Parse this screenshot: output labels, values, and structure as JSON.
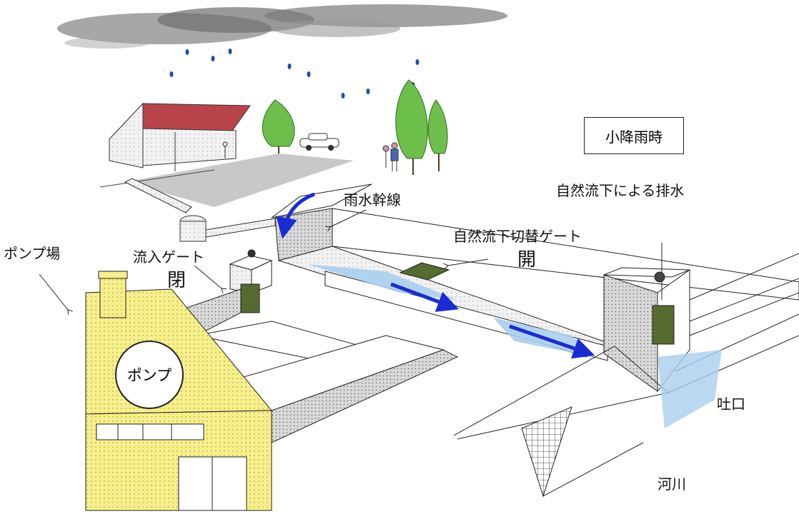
{
  "labels": {
    "mode": "小降雨時",
    "drainage_method": "自然流下による排水",
    "rain_trunk": "雨水幹線",
    "switch_gate": "自然流下切替ゲート",
    "switch_gate_state": "開",
    "pump_station": "ポンプ場",
    "inflow_gate": "流入ゲート",
    "inflow_gate_state": "閉",
    "pump": "ポンプ",
    "outlet": "吐口",
    "river": "河川"
  },
  "colors": {
    "flow_arrow": "#1a2bd6",
    "pump_house": "#f7ef8a",
    "roof": "#b8434b",
    "gate": "#556b2f",
    "river_water": "#a9cfee",
    "tree": "#6cbf4a"
  }
}
